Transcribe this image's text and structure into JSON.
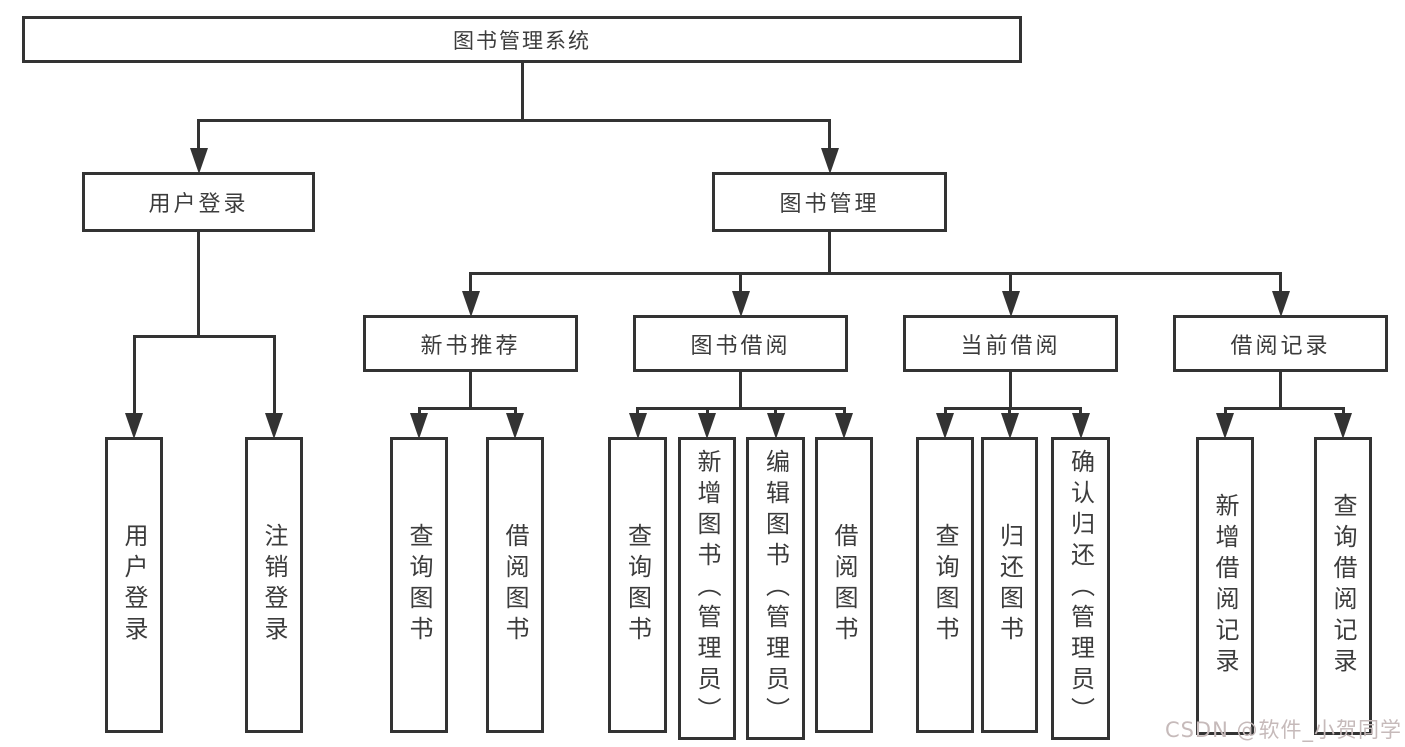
{
  "diagram": {
    "colors": {
      "line": "#333333",
      "text": "#3c3c3c",
      "background": "#ffffff",
      "watermark": "#c6baba"
    },
    "watermark": "CSDN @软件_小贺同学",
    "root": {
      "id": "root",
      "label": "图书管理系统",
      "children": [
        {
          "id": "user-login",
          "label": "用户登录",
          "children": [
            {
              "id": "user-login-v",
              "label": "用户登录",
              "vertical": true
            },
            {
              "id": "logout",
              "label": "注销登录",
              "vertical": true
            }
          ]
        },
        {
          "id": "book-mgmt",
          "label": "图书管理",
          "children": [
            {
              "id": "new-book-rec",
              "label": "新书推荐",
              "children": [
                {
                  "id": "nbr-query",
                  "label": "查询图书",
                  "vertical": true
                },
                {
                  "id": "nbr-borrow",
                  "label": "借阅图书",
                  "vertical": true
                }
              ]
            },
            {
              "id": "book-borrow",
              "label": "图书借阅",
              "children": [
                {
                  "id": "bb-query",
                  "label": "查询图书",
                  "vertical": true
                },
                {
                  "id": "bb-add",
                  "label": "新增图书（管理员）",
                  "vertical": true
                },
                {
                  "id": "bb-edit",
                  "label": "编辑图书（管理员）",
                  "vertical": true
                },
                {
                  "id": "bb-borrow",
                  "label": "借阅图书",
                  "vertical": true
                }
              ]
            },
            {
              "id": "current-borrow",
              "label": "当前借阅",
              "children": [
                {
                  "id": "cb-query",
                  "label": "查询图书",
                  "vertical": true
                },
                {
                  "id": "cb-return",
                  "label": "归还图书",
                  "vertical": true
                },
                {
                  "id": "cb-confirm",
                  "label": "确认归还（管理员）",
                  "vertical": true
                }
              ]
            },
            {
              "id": "borrow-record",
              "label": "借阅记录",
              "children": [
                {
                  "id": "br-add",
                  "label": "新增借阅记录",
                  "vertical": true
                },
                {
                  "id": "br-query",
                  "label": "查询借阅记录",
                  "vertical": true
                }
              ]
            }
          ]
        }
      ]
    }
  }
}
